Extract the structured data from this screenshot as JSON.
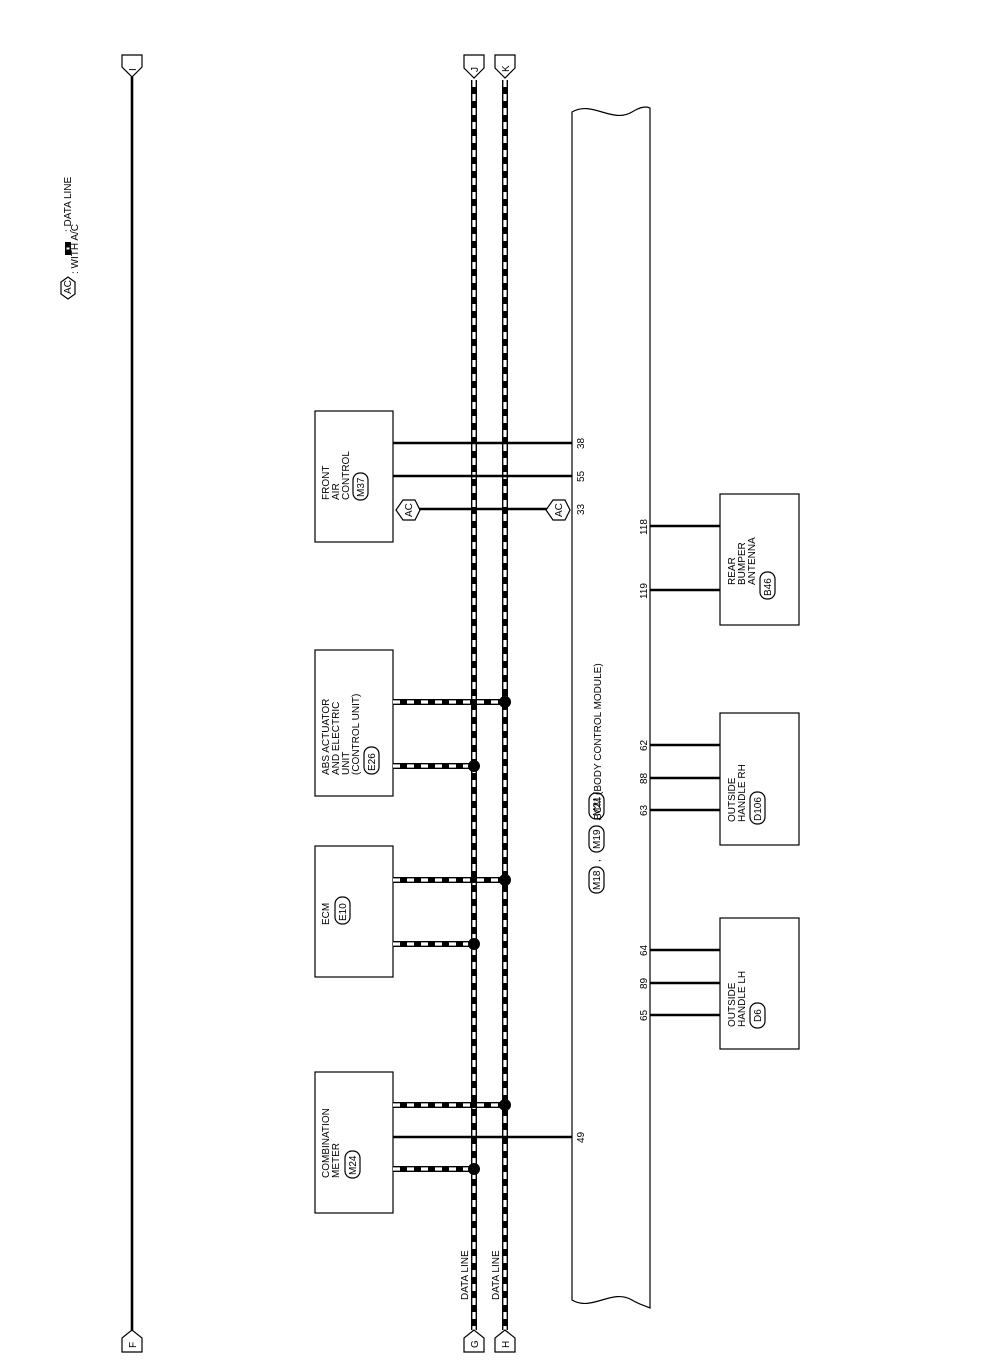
{
  "legend": {
    "data_line": ": DATA LINE",
    "with_ac_tag": "AC",
    "with_ac": ": WITH A/C"
  },
  "connectors": {
    "top_i": "I",
    "top_j": "J",
    "top_k": "K",
    "bottom_f": "F",
    "bottom_g": "G",
    "bottom_h": "H"
  },
  "data_line_labels": [
    "DATA LINE",
    "DATA LINE"
  ],
  "components": {
    "front_air_control": {
      "lines": [
        "FRONT",
        "AIR",
        "CONTROL"
      ],
      "connector": "M37"
    },
    "abs_actuator": {
      "lines": [
        "ABS ACTUATOR",
        "AND ELECTRIC",
        "UNIT",
        "(CONTROL UNIT)"
      ],
      "connector": "E26"
    },
    "ecm": {
      "lines": [
        "ECM"
      ],
      "connector": "E10"
    },
    "combination_meter": {
      "lines": [
        "COMBINATION",
        "METER"
      ],
      "connector": "M24"
    },
    "rear_bumper_antenna": {
      "lines": [
        "REAR",
        "BUMPER",
        "ANTENNA"
      ],
      "connector": "B46"
    },
    "outside_handle_rh": {
      "lines": [
        "OUTSIDE",
        "HANDLE RH"
      ],
      "connector": "D106"
    },
    "outside_handle_lh": {
      "lines": [
        "OUTSIDE",
        "HANDLE LH"
      ],
      "connector": "D6"
    }
  },
  "bcm": {
    "label": "BCM (BODY CONTROL MODULE)",
    "connectors": [
      "M18",
      "M19",
      "M21"
    ],
    "separator": ","
  },
  "ac_tags": [
    "AC",
    "AC"
  ],
  "pins": {
    "p38": "38",
    "p55": "55",
    "p33": "33",
    "p49": "49",
    "p118": "118",
    "p119": "119",
    "p62": "62",
    "p88": "88",
    "p63": "63",
    "p64": "64",
    "p89": "89",
    "p65": "65"
  }
}
